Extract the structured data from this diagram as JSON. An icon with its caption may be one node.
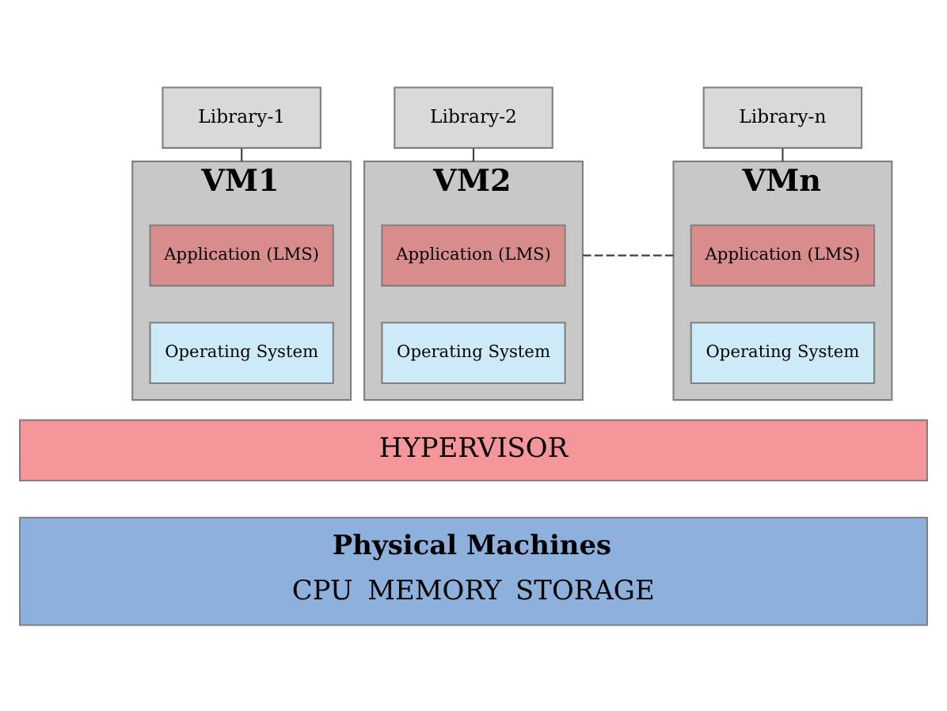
{
  "diagram": {
    "nodes": [
      {
        "text": [
          "Library-1"
        ]
      },
      {
        "text": [
          "Library-2"
        ]
      },
      {
        "text": [
          "Library-n"
        ]
      },
      {
        "text": [
          "VM1"
        ]
      },
      {
        "text": [
          "Application (LMS)"
        ],
        "in": 3
      },
      {
        "text": [
          "Operating System"
        ],
        "in": 3
      },
      {
        "text": [
          "VM2"
        ]
      },
      {
        "text": [
          "Application (LMS)"
        ],
        "in": 6
      },
      {
        "text": [
          "Operating System"
        ],
        "in": 6
      },
      {
        "text": [
          "VMn"
        ]
      },
      {
        "text": [
          "Application (LMS)"
        ],
        "in": 9
      },
      {
        "text": [
          "Operating System"
        ],
        "in": 9
      },
      {
        "text": [
          "HYPERVISOR"
        ]
      },
      {
        "text": [
          "Physical Machines",
          "CPU",
          "MEMORY",
          "STORAGE"
        ]
      }
    ],
    "edges": [
      {
        "from": 0,
        "to": 3,
        "arrow": "none"
      },
      {
        "from": 1,
        "to": 6,
        "arrow": "none"
      },
      {
        "from": 2,
        "to": 9,
        "arrow": "none"
      },
      {
        "from": 6,
        "to": 9,
        "arrow": "none",
        "style": "dashed"
      }
    ]
  }
}
